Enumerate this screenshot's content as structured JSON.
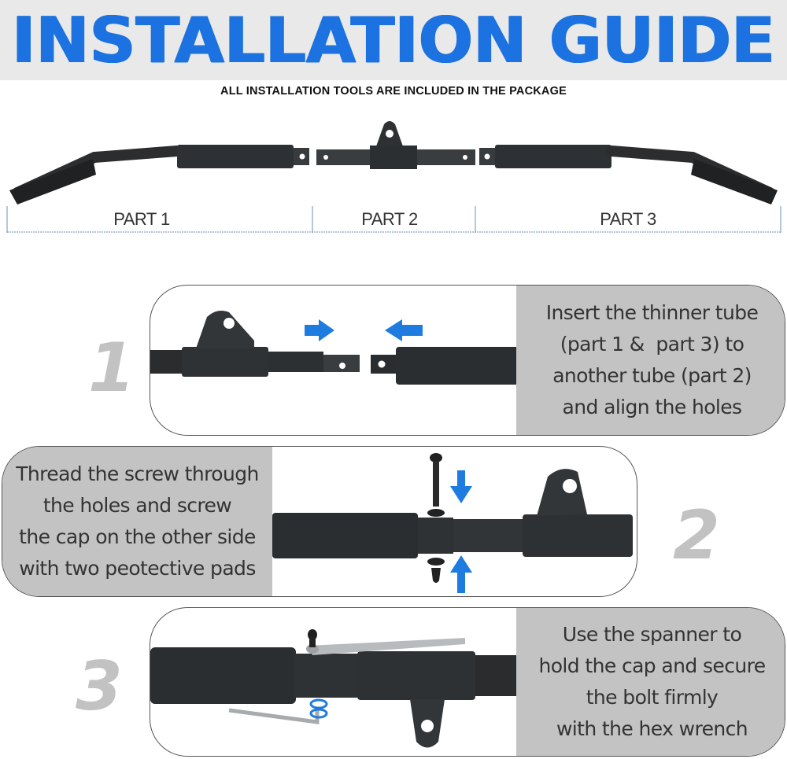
{
  "header": {
    "title": "INSTALLATION GUIDE",
    "subtitle": "ALL INSTALLATION TOOLS ARE INCLUDED IN THE PACKAGE"
  },
  "overview": {
    "parts": [
      {
        "label": "PART 1"
      },
      {
        "label": "PART 2"
      },
      {
        "label": "PART 3"
      }
    ]
  },
  "steps": [
    {
      "number": "1",
      "lines": [
        "Insert the thinner tube",
        "(part 1 &  part 3) to",
        "another tube (part 2)",
        "and align the holes"
      ]
    },
    {
      "number": "2",
      "lines": [
        "Thread the screw through",
        "the holes and screw",
        "the cap on the other side",
        "with two peotective pads"
      ]
    },
    {
      "number": "3",
      "lines": [
        "Use the spanner to",
        "hold the cap and secure",
        "the bolt firmly",
        "with the hex wrench"
      ]
    }
  ],
  "colors": {
    "title_blue": "#1b72e0",
    "arrow_blue": "#1e7be0",
    "panel_gray": "#c3c3c3",
    "step_number_gray": "#c2c2c2",
    "bar_black": "#2a2c2e"
  }
}
